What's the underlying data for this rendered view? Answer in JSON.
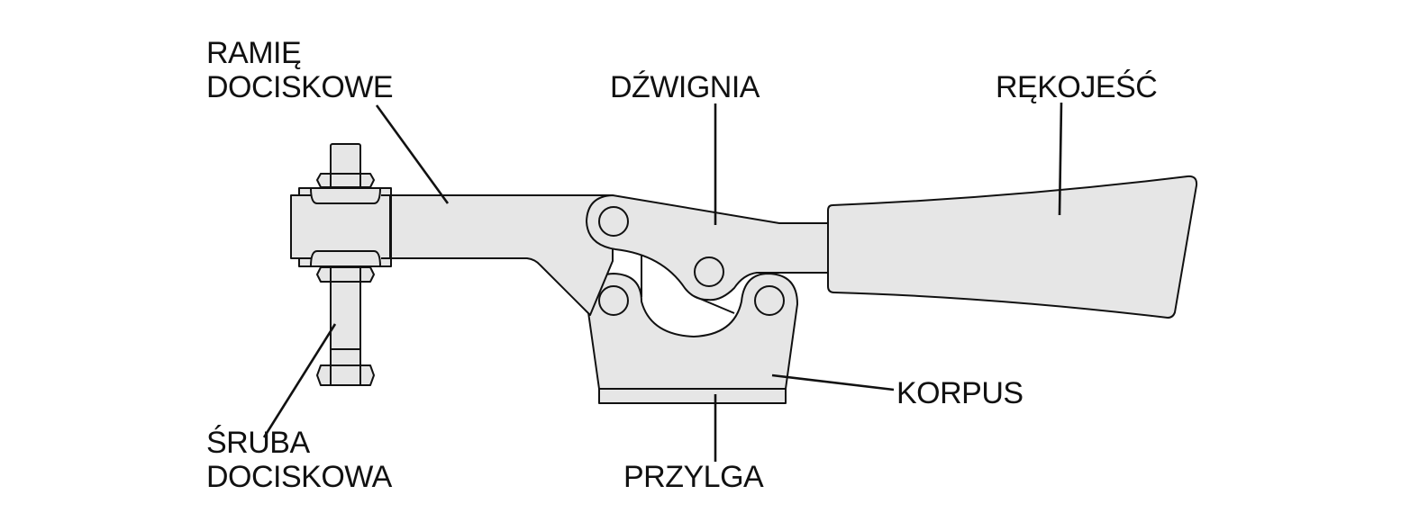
{
  "labels": {
    "ramie_line1": "RAMIĘ",
    "ramie_line2": "DOCISKOWE",
    "dzwignia": "DŹWIGNIA",
    "rekojesc": "RĘKOJEŚĆ",
    "korpus": "KORPUS",
    "przylga": "PRZYLGA",
    "sruba_line1": "ŚRUBA",
    "sruba_line2": "DOCISKOWA"
  },
  "colors": {
    "fill": "#e6e6e6",
    "stroke": "#111111"
  }
}
